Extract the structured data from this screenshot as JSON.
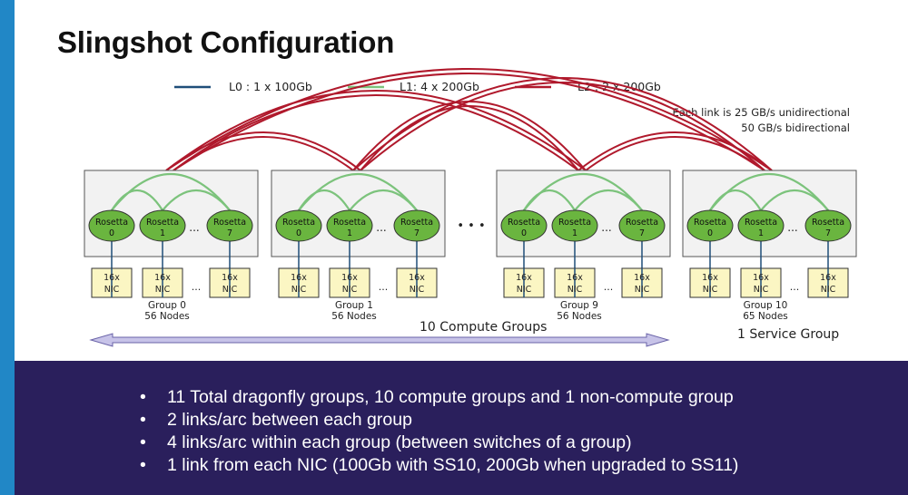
{
  "title": "Slingshot Configuration",
  "colors": {
    "accent_bar": "#2187c6",
    "bottom_panel": "#2a1f5c",
    "l0": "#1f4e79",
    "l1": "#7cc37c",
    "l2": "#b0192c",
    "switch_fill": "#6ab53f",
    "nic_fill": "#fbf6c3",
    "group_box": "#f2f2f2",
    "arrow_fill": "#c7c3e8"
  },
  "legend": [
    {
      "label": "L0 : 1 x 100Gb",
      "color": "#1f4e79"
    },
    {
      "label": "L1: 4 x 200Gb",
      "color": "#7cc37c"
    },
    {
      "label": "L2 : 2 x 200Gb",
      "color": "#b0192c"
    }
  ],
  "link_note": [
    "Each link is 25 GB/s unidirectional",
    "50 GB/s bidirectional"
  ],
  "groups": [
    {
      "name": "Group 0",
      "nodes": "56 Nodes",
      "switches": [
        "0",
        "1",
        "7"
      ]
    },
    {
      "name": "Group 1",
      "nodes": "56 Nodes",
      "switches": [
        "0",
        "1",
        "7"
      ]
    },
    {
      "name": "Group 9",
      "nodes": "56 Nodes",
      "switches": [
        "0",
        "1",
        "7"
      ]
    },
    {
      "name": "Group 10",
      "nodes": "65 Nodes",
      "switches": [
        "0",
        "1",
        "7"
      ]
    }
  ],
  "switch_label": "Rosetta",
  "nic_label": [
    "16x",
    "NIC"
  ],
  "ellipsis": "...",
  "group_gap": "• • •",
  "compute_groups_label": "10 Compute Groups",
  "service_group_label": "1 Service Group",
  "bullets": [
    "11 Total dragonfly groups, 10 compute groups and 1 non-compute group",
    "2 links/arc between each group",
    "4 links/arc within each group (between switches of a group)",
    "1 link from each NIC (100Gb with SS10, 200Gb when upgraded to SS11)"
  ]
}
